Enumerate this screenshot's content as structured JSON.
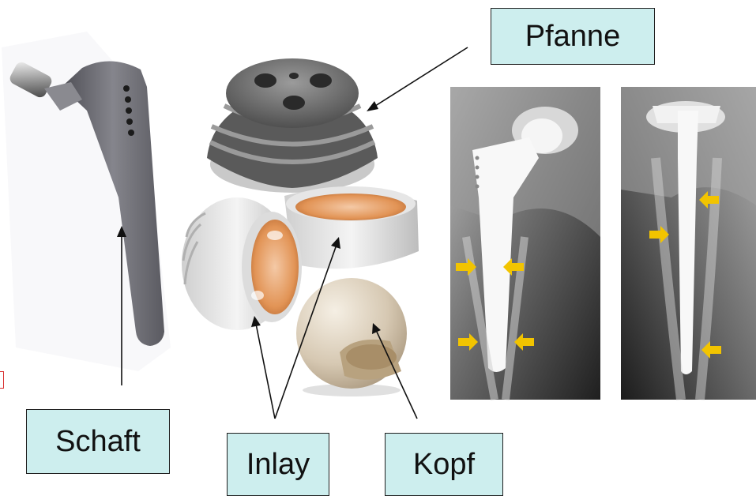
{
  "labels": {
    "pfanne": "Pfanne",
    "schaft": "Schaft",
    "inlay": "Inlay",
    "kopf": "Kopf"
  },
  "colors": {
    "label_fill": "#cdeeee",
    "marker_arrow": "#f2c400",
    "stem_metal": "#6e6e74",
    "ceramic": "#ddd2c0",
    "inlay_inner": "#e08c4c",
    "xray_dark": "#3a3a3a",
    "highlight_mark": "#d83030"
  },
  "icons": {
    "xray_markers": "yellow-arrow-icon"
  }
}
